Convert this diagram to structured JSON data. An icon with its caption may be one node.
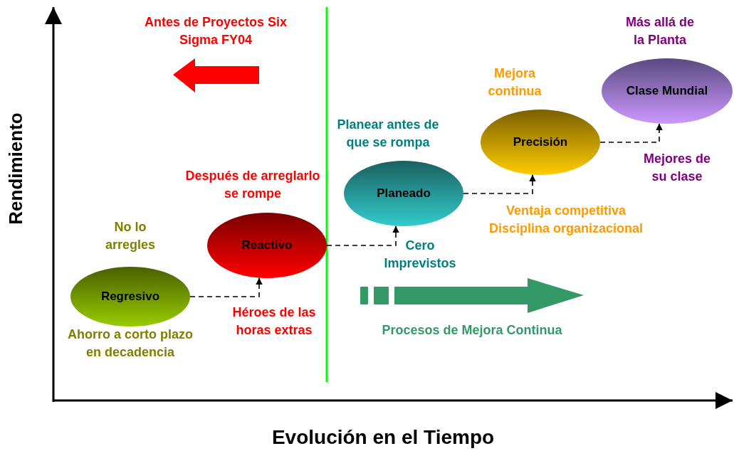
{
  "diagram": {
    "nodes": [
      {
        "text": [
          "Regresivo"
        ]
      },
      {
        "text": [
          "Reactivo"
        ]
      },
      {
        "text": [
          "Planeado"
        ]
      },
      {
        "text": [
          "Precisión"
        ]
      },
      {
        "text": [
          "Clase Mundial"
        ]
      }
    ],
    "edges": [
      {
        "from": 0,
        "to": 1,
        "arrow": "to",
        "style": "dashed"
      },
      {
        "from": 1,
        "to": 2,
        "arrow": "to",
        "style": "dashed"
      },
      {
        "from": 2,
        "to": 3,
        "arrow": "to",
        "style": "dashed"
      },
      {
        "from": 3,
        "to": 4,
        "arrow": "to",
        "style": "dashed"
      }
    ],
    "labels": [
      "Antes de Proyectos Six Sigma FY04",
      "Más allá de la Planta",
      "Mejora continua",
      "Planear antes de que se rompa",
      "Después de arreglarlo se rompe",
      "Mejores de su clase",
      "Ventaja competitiva",
      "Disciplina organizacional",
      "No lo arregles",
      "Cero Imprevistos",
      "Héroes de las horas extras",
      "Ahorro a corto plazo en decadencia",
      "Procesos de Mejora Continua",
      "Rendimiento",
      "Evolución en el Tiempo"
    ]
  }
}
